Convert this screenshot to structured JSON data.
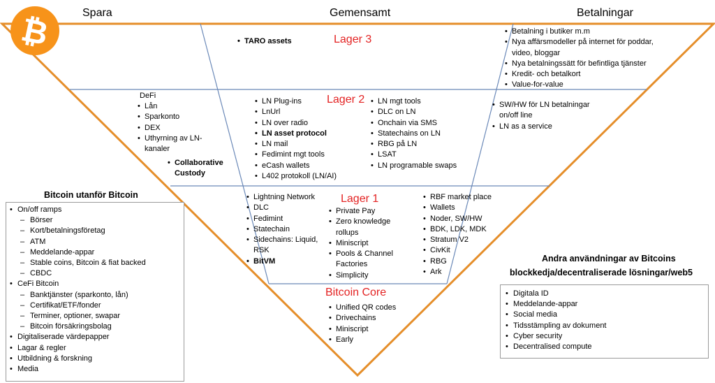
{
  "headers": {
    "left": "Spara",
    "center": "Gemensamt",
    "right": "Betalningar"
  },
  "logo": {
    "symbol": "₿",
    "color": "#f7931a"
  },
  "layers": {
    "l3": {
      "title": "Lager 3"
    },
    "l2": {
      "title": "Lager 2"
    },
    "l1": {
      "title": "Lager 1"
    },
    "core": {
      "title": "Bitcoin Core"
    }
  },
  "lager3_center": [
    "TARO assets"
  ],
  "lager3_right": [
    "Betalning i butiker m.m",
    "Nya affärsmodeller på internet för poddar, video, bloggar",
    "Nya betalningssätt för befintliga tjänster",
    "Kredit- och betalkort",
    "Value-for-value"
  ],
  "lager2_left": {
    "heading": "DeFi",
    "items": [
      "Lån",
      "Sparkonto",
      "DEX",
      "Uthyrning av LN-kanaler"
    ],
    "custody": "Collaborative Custody"
  },
  "lager2_mid1": [
    "LN Plug-ins",
    "LnUrl",
    "LN over radio",
    "LN asset protocol",
    "LN mail",
    "Fedimint mgt tools",
    "eCash wallets",
    "L402 protokoll (LN/AI)"
  ],
  "lager2_mid2": [
    "LN mgt tools",
    "DLC on LN",
    "Onchain via SMS",
    "Statechains on LN",
    "RBG på LN",
    "LSAT",
    "LN programable swaps"
  ],
  "lager2_right": [
    "SW/HW för LN betalningar on/off line",
    "LN as a service"
  ],
  "lager1_left": [
    "Lightning Network",
    "DLC",
    "Fedimint",
    "Statechain",
    "Sidechains: Liquid, RSK",
    "BitVM"
  ],
  "lager1_mid": [
    "Private Pay",
    "Zero knowledge rollups",
    "Miniscript",
    "Pools & Channel Factories",
    "Simplicity"
  ],
  "lager1_right": [
    "RBF market place",
    "Wallets",
    "Noder, SW/HW",
    "BDK, LDK, MDK",
    "Stratum V2",
    "CivKit",
    "RBG",
    "Ark"
  ],
  "core_items": [
    "Unified QR codes",
    "Drivechains",
    "Miniscript",
    "Early"
  ],
  "box_left": {
    "title": "Bitcoin utanför Bitcoin",
    "items": [
      {
        "t": "On/off ramps",
        "sub": false
      },
      {
        "t": "Börser",
        "sub": true
      },
      {
        "t": "Kort/betalningsföretag",
        "sub": true
      },
      {
        "t": "ATM",
        "sub": true
      },
      {
        "t": "Meddelande-appar",
        "sub": true
      },
      {
        "t": "Stable coins, Bitcoin & fiat backed",
        "sub": true
      },
      {
        "t": "CBDC",
        "sub": true
      },
      {
        "t": "CeFi Bitcoin",
        "sub": false
      },
      {
        "t": "Banktjänster (sparkonto, lån)",
        "sub": true
      },
      {
        "t": "Certifikat/ETF/fonder",
        "sub": true
      },
      {
        "t": "Terminer, optioner, swapar",
        "sub": true
      },
      {
        "t": "Bitcoin försäkringsbolag",
        "sub": true
      },
      {
        "t": "Digitaliserade värdepapper",
        "sub": false
      },
      {
        "t": "Lagar & regler",
        "sub": false
      },
      {
        "t": "Utbildning & forskning",
        "sub": false
      },
      {
        "t": "Media",
        "sub": false
      }
    ]
  },
  "box_right": {
    "title_line1": "Andra användningar av Bitcoins",
    "title_line2": "blockkedja/decentraliserade lösningar/web5",
    "items": [
      "Digitala ID",
      "Meddelande-appar",
      "Social media",
      "Tidsstämpling av dokument",
      "Cyber security",
      "Decentralised compute"
    ]
  },
  "colors": {
    "triangle": "#e58e2a",
    "divider": "#6b89b8",
    "red": "#e32222"
  }
}
